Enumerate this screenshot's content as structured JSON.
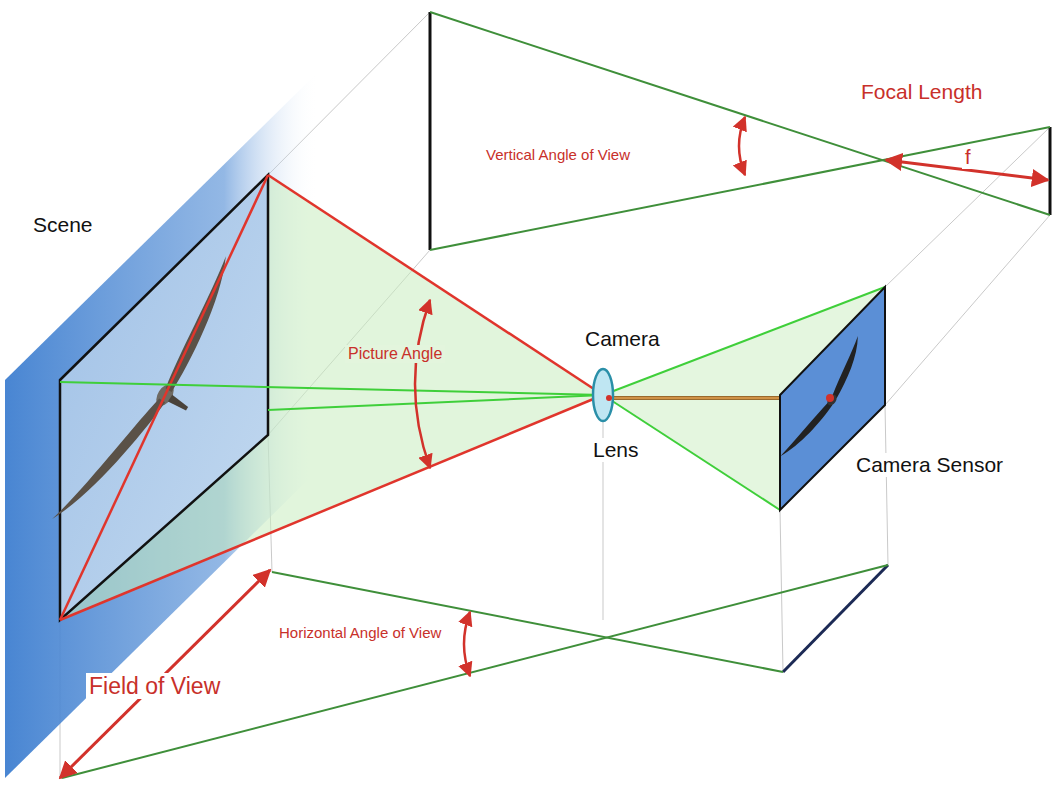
{
  "diagram": {
    "labels": [
      "Focal Length",
      "Vertical Angle of View",
      "f",
      "Scene",
      "Picture Angle",
      "Camera",
      "Lens",
      "Camera Sensor",
      "Horizontal Angle of View",
      "Field of View"
    ]
  }
}
